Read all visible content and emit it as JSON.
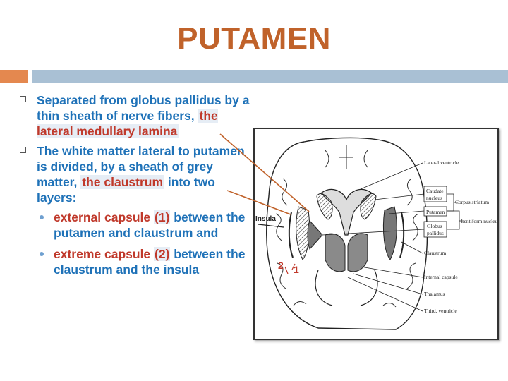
{
  "slide": {
    "title": "PUTAMEN",
    "bullets": [
      {
        "text_before": "Separated from globus pallidus by a thin sheath of nerve fibers, ",
        "highlight": "the lateral medullary lamina"
      },
      {
        "text_before": "The white matter lateral to putamen is divided, by a sheath of grey matter, ",
        "highlight": "the claustrum",
        "text_after": " into two layers:",
        "subbullets": [
          {
            "term": "external capsule",
            "number": "(1)",
            "rest": " between the putamen and claustrum and"
          },
          {
            "term": "extreme capsule",
            "number": "(2)",
            "rest": " between the claustrum and the insula"
          }
        ]
      }
    ]
  },
  "diagram": {
    "annotations": {
      "insula": "Insula",
      "num1": "1",
      "num2": "2"
    },
    "labels": {
      "lateral_ventricle": "Lateral ventricle",
      "caudate1": "Caudate",
      "caudate2": "nucleus",
      "putamen": "Putamen",
      "globus1": "Globus",
      "globus2": "pallidus",
      "corpus_striatum": "Corpus striatum",
      "lentiform": "Lentiform nucleus",
      "claustrum": "Claustrum",
      "internal_capsule": "Internal capsule",
      "thalamus": "Thalamus",
      "third_ventricle": "Third. ventricle"
    }
  },
  "colors": {
    "title": "#c0622a",
    "text": "#1f72b8",
    "accent": "#c0392b",
    "bar_orange": "#e4884f",
    "bar_blue": "#a9c0d4"
  }
}
